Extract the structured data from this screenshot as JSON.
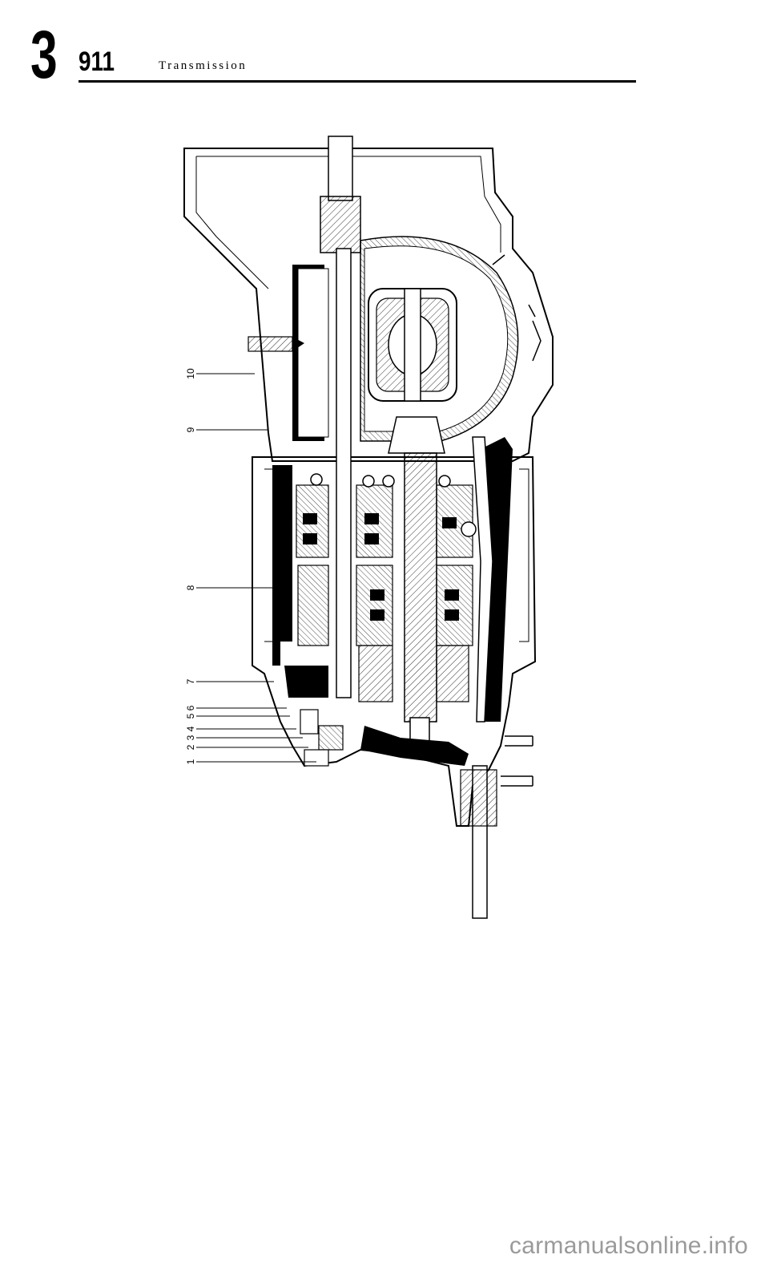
{
  "header": {
    "section_number": "3",
    "model": "911",
    "title": "Transmission"
  },
  "figure": {
    "callouts": [
      "1",
      "2",
      "3",
      "4",
      "5",
      "6",
      "7",
      "8",
      "9",
      "10"
    ]
  },
  "footer": {
    "watermark": "carmanualsonline.info"
  }
}
